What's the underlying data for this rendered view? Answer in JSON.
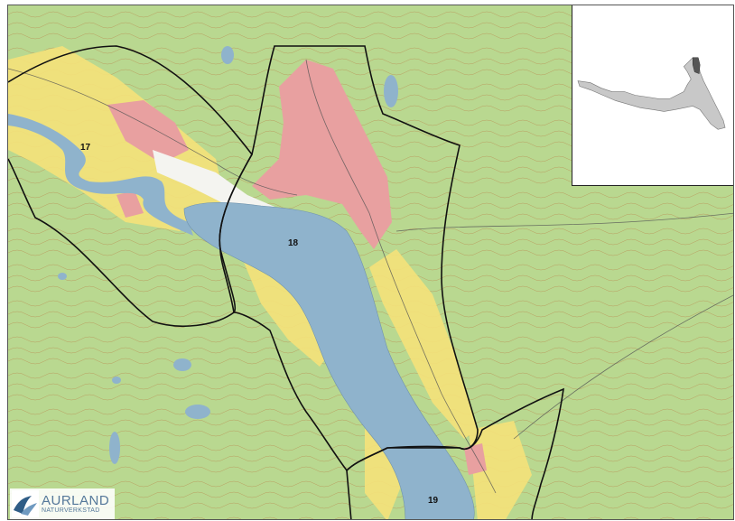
{
  "map": {
    "zones": [
      {
        "id": "17",
        "label": "17"
      },
      {
        "id": "18",
        "label": "18"
      },
      {
        "id": "19",
        "label": "19"
      }
    ]
  },
  "logo": {
    "name": "AURLAND",
    "subtitle": "NATURVERKSTAD"
  },
  "colors": {
    "forest": "#b9d890",
    "farmland": "#f5e27a",
    "urban": "#e8a0a0",
    "water": "#8fb3cc",
    "contour": "#b9864b",
    "boundary": "#111111",
    "inset_shape": "#c8c8c8"
  }
}
